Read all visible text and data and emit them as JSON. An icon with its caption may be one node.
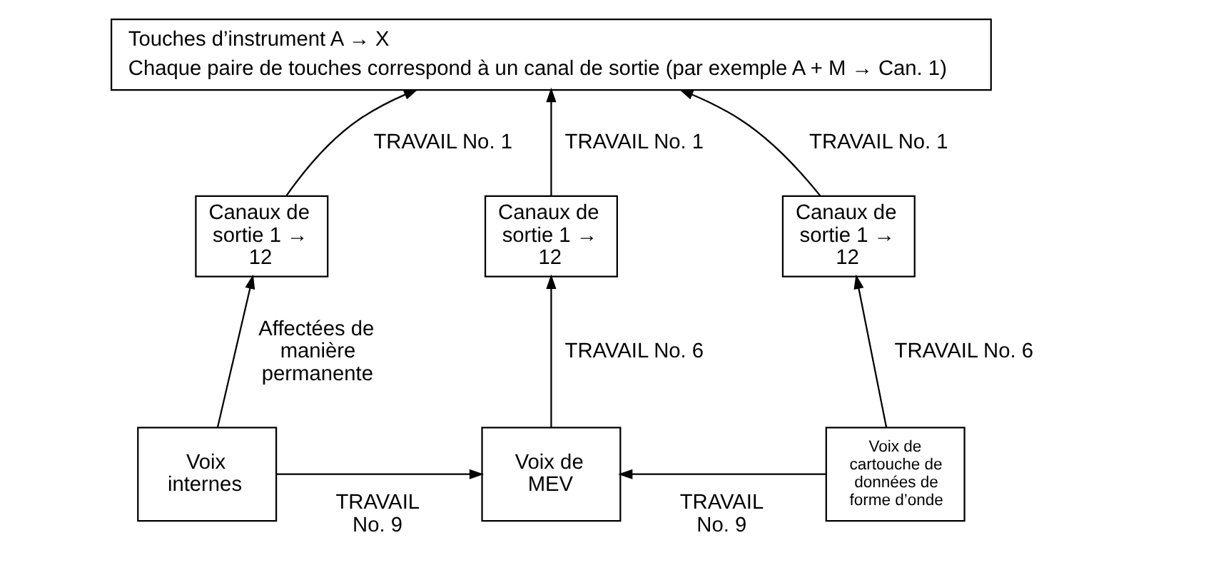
{
  "diagram": {
    "nodes": [
      {
        "text": [
          "Touches d’instrument A → X",
          "Chaque paire de touches correspond à un canal de sortie (par exemple A + M → Can. 1)"
        ]
      },
      {
        "text": [
          "Canaux de sortie 1 → 12"
        ]
      },
      {
        "text": [
          "Canaux de sortie 1 → 12"
        ]
      },
      {
        "text": [
          "Canaux de sortie 1 → 12"
        ]
      },
      {
        "text": [
          "Voix internes"
        ]
      },
      {
        "text": [
          "Voix de MEV"
        ]
      },
      {
        "text": [
          "Voix de cartouche de données de forme d’onde"
        ]
      }
    ],
    "edges": [
      {
        "from": 1,
        "to": 0,
        "arrow": "to",
        "label": "TRAVAIL No. 1"
      },
      {
        "from": 2,
        "to": 0,
        "arrow": "to",
        "label": "TRAVAIL No. 1"
      },
      {
        "from": 3,
        "to": 0,
        "arrow": "to",
        "label": "TRAVAIL No. 1"
      },
      {
        "from": 4,
        "to": 1,
        "arrow": "to",
        "label": "Affectées de manière permanente"
      },
      {
        "from": 5,
        "to": 2,
        "arrow": "to",
        "label": "TRAVAIL No. 6"
      },
      {
        "from": 6,
        "to": 3,
        "arrow": "to",
        "label": "TRAVAIL No. 6"
      },
      {
        "from": 4,
        "to": 5,
        "arrow": "to",
        "label": "TRAVAIL No. 9"
      },
      {
        "from": 6,
        "to": 5,
        "arrow": "to",
        "label": "TRAVAIL No. 9"
      }
    ]
  }
}
